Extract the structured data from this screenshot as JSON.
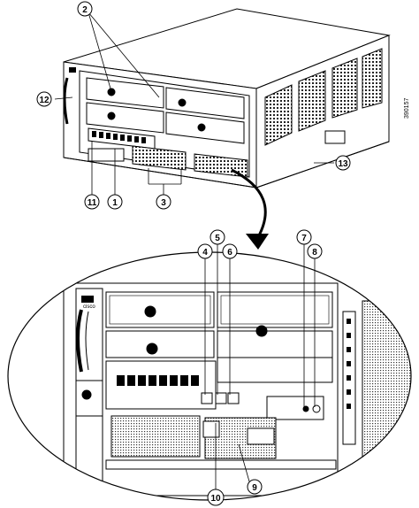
{
  "figure_id": "390157",
  "brand_label": "cisco",
  "callouts": [
    "1",
    "2",
    "3",
    "4",
    "5",
    "6",
    "7",
    "8",
    "9",
    "10",
    "11",
    "12",
    "13"
  ]
}
